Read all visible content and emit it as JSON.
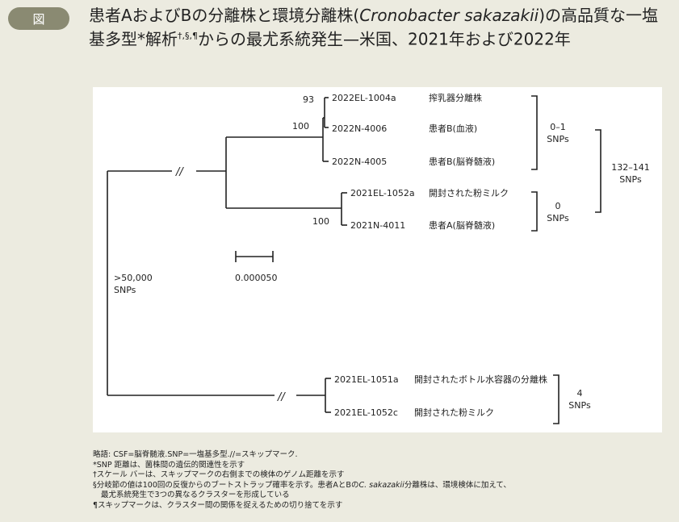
{
  "header": {
    "badge": "図",
    "title_pre": "患者AおよびBの分離株と環境分離株(",
    "title_species": "Cronobacter sakazakii",
    "title_mid": ")の高品質な一塩基多型*解析",
    "title_marks": "†,§,¶",
    "title_post": "からの最尤系統発生—米国、2021年および2022年"
  },
  "tree": {
    "taxa": [
      {
        "id": "2022EL-1004a",
        "source": "搾乳器分離株"
      },
      {
        "id": "2022N-4006",
        "source": "患者B(血液)"
      },
      {
        "id": "2022N-4005",
        "source": "患者B(脳脊髄液)"
      },
      {
        "id": "2021EL-1052a",
        "source": "開封された粉ミルク"
      },
      {
        "id": "2021N-4011",
        "source": "患者A(脳脊髄液)"
      },
      {
        "id": "2021EL-1051a",
        "source": "開封されたボトル水容器の分離株"
      },
      {
        "id": "2021EL-1052c",
        "source": "開封された粉ミルク"
      }
    ],
    "bootstrap": {
      "a": "93",
      "b": "100",
      "c": "100"
    },
    "skip_mark": "//",
    "scale_value": "0.000050",
    "brackets": {
      "b1": {
        "value": "0–1",
        "unit": "SNPs"
      },
      "b2": {
        "value": "0",
        "unit": "SNPs"
      },
      "b3": {
        "value": "132–141",
        "unit": "SNPs"
      },
      "b4": {
        "value": "4",
        "unit": "SNPs"
      },
      "root": {
        "value": ">50,000",
        "unit": "SNPs"
      }
    }
  },
  "notes": {
    "abbrev": "略語: CSF=脳脊髄液.SNP=一塩基多型.//=スキップマーク.",
    "n1": "*SNP 距離は、菌株間の遺伝的関連性を示す",
    "n2": "†スケール バーは、スキップマークの右側までの検体のゲノム距離を示す",
    "n3_pre": "§分岐節の値は100回の反復からのブートストラップ確率を示す。患者AとBの",
    "n3_species": "C. sakazakii",
    "n3_post": "分離株は、環境検体に加えて、",
    "n3b": "最尤系統発生で3つの異なるクラスターを形成している",
    "n4": "¶スキップマークは、クラスター間の関係を捉えるための切り捨てを示す"
  }
}
